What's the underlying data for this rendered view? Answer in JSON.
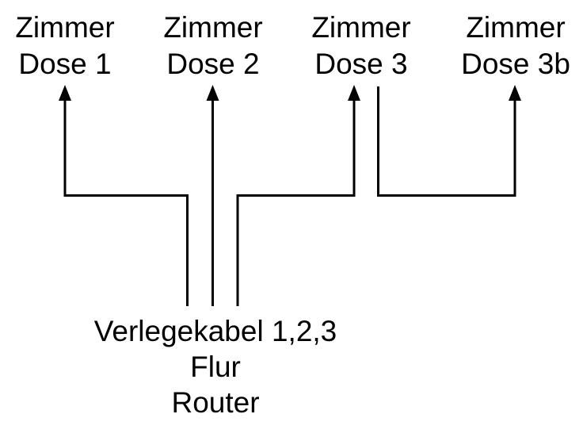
{
  "diagram": {
    "title_context": "LAN wiring sketch",
    "colors": {
      "background": "#ffffff",
      "line": "#000000",
      "text": "#000000"
    },
    "outlets": [
      {
        "line1": "Zimmer",
        "line2": "Dose 1"
      },
      {
        "line1": "Zimmer",
        "line2": "Dose 2"
      },
      {
        "line1": "Zimmer",
        "line2": "Dose 3"
      },
      {
        "line1": "Zimmer",
        "line2": "Dose 3b"
      }
    ],
    "source": {
      "line1": "Verlegekabel 1,2,3",
      "line2": "Flur",
      "line3": "Router"
    },
    "connections": [
      {
        "from": "Router/Flur Verlegekabel 1",
        "to": "Zimmer Dose 1",
        "arrow": true
      },
      {
        "from": "Router/Flur Verlegekabel 2",
        "to": "Zimmer Dose 2",
        "arrow": true
      },
      {
        "from": "Router/Flur Verlegekabel 3",
        "to": "Zimmer Dose 3",
        "arrow": true
      },
      {
        "from": "Zimmer Dose 3",
        "to": "Zimmer Dose 3b",
        "arrow": true
      }
    ]
  }
}
